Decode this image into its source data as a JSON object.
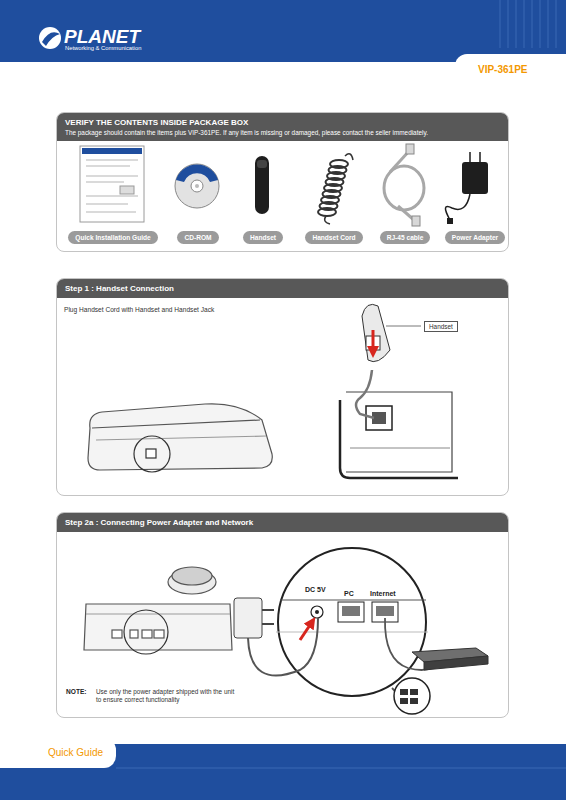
{
  "diagram": {
    "nodes": [
      {
        "text": [
          "VERIFY THE CONTENTS INSIDE PACKAGE BOX",
          "The package should contain the items plus VIP-361PE. If any item is missing or damaged, please contact the seller immediately."
        ]
      },
      {
        "text": [
          "Quick Installation Guide"
        ],
        "in": 0
      },
      {
        "text": [
          "CD-ROM"
        ],
        "in": 0
      },
      {
        "text": [
          "Handset"
        ],
        "in": 0
      },
      {
        "text": [
          "Handset Cord"
        ],
        "in": 0
      },
      {
        "text": [
          "RJ-45 cable"
        ],
        "in": 0
      },
      {
        "text": [
          "Power Adapter"
        ],
        "in": 0
      },
      {
        "text": [
          "Step 1 : Handset Connection",
          "Plug Handset Cord with Handset and Handset Jack"
        ]
      },
      {
        "text": [
          "Handset"
        ],
        "in": 7
      },
      {
        "text": [
          "Step 2a : Connecting Power Adapter and Network"
        ]
      }
    ],
    "labels": [
      "PLANET",
      "Networking & Communication",
      "VIP-361PE",
      "DC 5V",
      "PC",
      "Internet",
      "NOTE:",
      "Use only the power adapter shipped with the unit to ensure correct functionality",
      "Quick Guide"
    ]
  }
}
